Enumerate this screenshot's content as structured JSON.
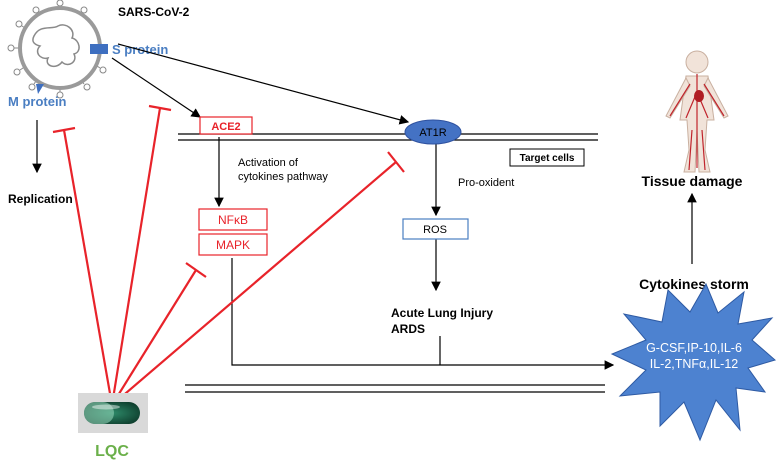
{
  "virus": {
    "name": "SARS-CoV-2",
    "s_protein": "S protein",
    "m_protein": "M protein"
  },
  "process": {
    "replication": "Replication"
  },
  "receptors": {
    "ace2": "ACE2",
    "at1r": "AT1R"
  },
  "labels": {
    "activation_line1": "Activation of",
    "activation_line2": "cytokines pathway",
    "target_cells": "Target cells",
    "pro_oxident": "Pro-oxident"
  },
  "nodes": {
    "nfkb": "NFκB",
    "mapk": "MAPK",
    "ros": "ROS"
  },
  "outcomes": {
    "ali_line1": "Acute Lung Injury",
    "ali_line2": "ARDS",
    "cytokines_storm": "Cytokines storm",
    "tissue_damage": "Tissue damage"
  },
  "cytokines": {
    "line1": "G-CSF,IP-10,IL-6",
    "line2": "IL-2,TNFα,IL-12"
  },
  "drug": {
    "name": "LQC"
  },
  "colors": {
    "inhibit": "#e8232a",
    "blue_text": "#4a7ec2",
    "at1r_fill": "#4472c4",
    "star_fill": "#4d82d0",
    "drug_green": "#6bb04a"
  }
}
